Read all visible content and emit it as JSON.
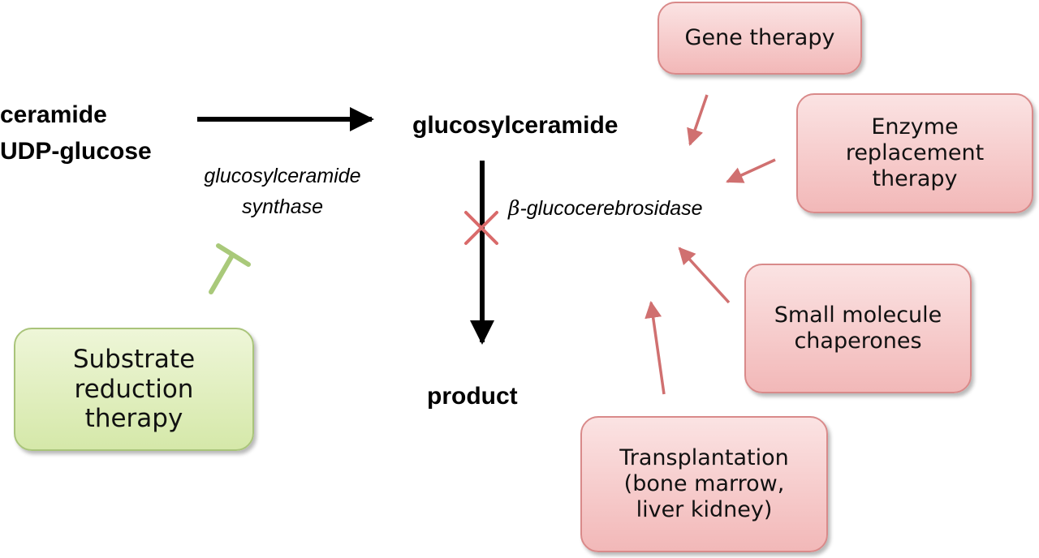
{
  "substrates": {
    "line1": "ceramide",
    "line2": "UDP-glucose"
  },
  "enzyme1": {
    "line1": "glucosylceramide",
    "line2": "synthase"
  },
  "intermediate": "glucosylceramide",
  "enzyme2": {
    "symbol": "β",
    "rest": "-glucocerebrosidase"
  },
  "product": "product",
  "therapies": {
    "gene": [
      "Gene therapy"
    ],
    "enzyme_replacement": [
      "Enzyme",
      "replacement",
      "therapy"
    ],
    "chaperones": [
      "Small molecule",
      "chaperones"
    ],
    "transplantation": [
      "Transplantation",
      "(bone marrow,",
      "liver kidney)"
    ],
    "substrate_reduction": [
      "Substrate",
      "reduction",
      "therapy"
    ]
  },
  "colors": {
    "therapy_box_fill": "#f2b8b8",
    "therapy_arrow": "#d07070",
    "blocked_mark": "#d96a6a",
    "substrate_reduction_fill": "#d5e8a9",
    "inhibitor_bar": "#a9c97a"
  }
}
